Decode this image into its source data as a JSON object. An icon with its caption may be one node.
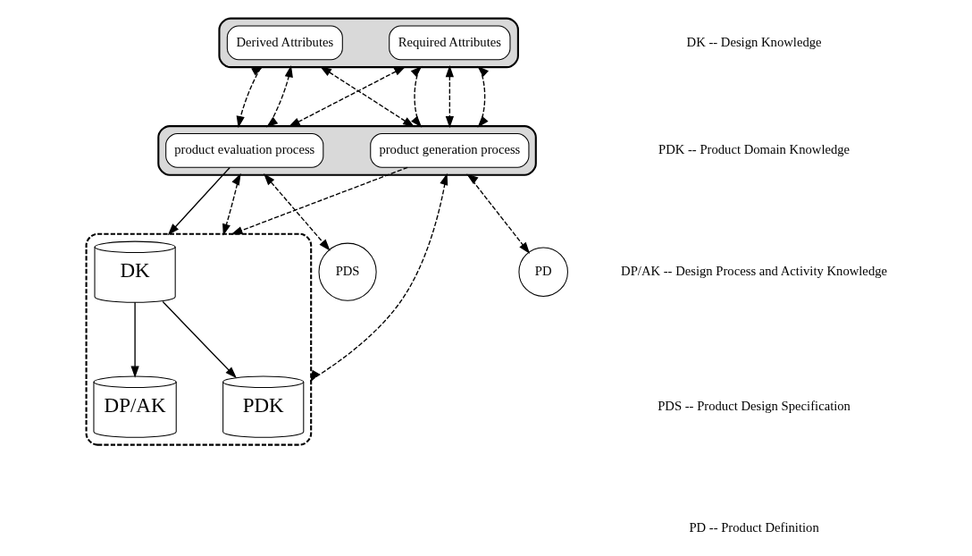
{
  "diagram": {
    "nodes": [
      {
        "text": [],
        "shape": "band"
      },
      {
        "text": [
          "Derived Attributes"
        ],
        "in": 0
      },
      {
        "text": [],
        "shape": "band"
      },
      {
        "text": [
          "product evaluation process"
        ],
        "in": 2
      },
      {
        "text": [],
        "shape": "box"
      },
      {
        "text": [
          "DK"
        ],
        "in": 4
      },
      {
        "text": [
          "PDK"
        ],
        "in": 4
      },
      {
        "text": [
          "DP/AK"
        ],
        "in": 4
      },
      {
        "text": [
          "PD"
        ]
      },
      {
        "text": [
          "PDS"
        ]
      },
      {
        "text": [
          "product generation process"
        ],
        "in": 2
      },
      {
        "text": [
          "Required Attributes"
        ],
        "in": 0
      }
    ],
    "edges": [
      {
        "from": 0,
        "to": 2,
        "arrow": "both",
        "style": "dashed"
      },
      {
        "from": 0,
        "to": 2,
        "arrow": "both",
        "style": "dashed"
      },
      {
        "from": 0,
        "to": 2,
        "arrow": "both",
        "style": "dashed"
      },
      {
        "from": 0,
        "to": 2,
        "arrow": "both",
        "style": "dashed"
      },
      {
        "from": 9,
        "to": 2,
        "arrow": "both",
        "style": "dashed"
      },
      {
        "from": 2,
        "to": 8,
        "arrow": "both",
        "style": "dashed"
      },
      {
        "from": 0,
        "to": 2,
        "arrow": "both",
        "style": "dashed"
      },
      {
        "from": 0,
        "to": 2,
        "arrow": "both",
        "style": "dashed"
      },
      {
        "from": 0,
        "to": 2,
        "arrow": "both",
        "style": "dashed"
      },
      {
        "from": 3,
        "to": 4,
        "arrow": "to"
      },
      {
        "from": 10,
        "to": 4,
        "arrow": "to",
        "style": "dashed"
      },
      {
        "from": 2,
        "to": 4,
        "arrow": "both",
        "style": "dashed"
      },
      {
        "from": 2,
        "to": 4,
        "arrow": "both",
        "style": "dashed"
      },
      {
        "from": 5,
        "to": 6,
        "arrow": "to"
      },
      {
        "from": 5,
        "to": 7,
        "arrow": "to"
      }
    ],
    "labels": [
      "DK -- Design Knowledge",
      "PDK -- Product Domain Knowledge",
      "DP/AK -- Design Process and Activity Knowledge",
      "PDS -- Product Design Specification",
      "PD -- Product Definition"
    ]
  }
}
